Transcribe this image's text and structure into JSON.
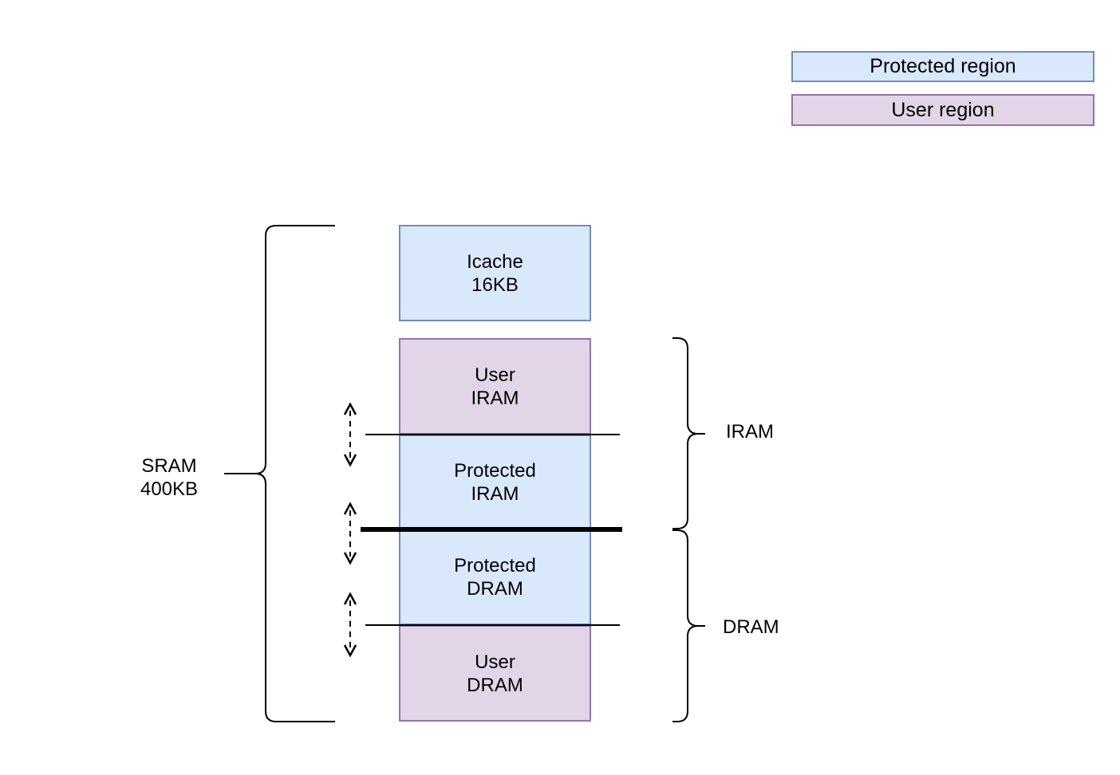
{
  "legend": {
    "items": [
      {
        "label": "Protected region",
        "type": "protected"
      },
      {
        "label": "User region",
        "type": "user"
      }
    ]
  },
  "memory_stack": {
    "boxes": [
      {
        "label": "Icache\n16KB",
        "type": "protected"
      },
      {
        "label": "User\nIRAM",
        "type": "user"
      },
      {
        "label": "Protected\nIRAM",
        "type": "protected"
      },
      {
        "label": "Protected\nDRAM",
        "type": "protected"
      },
      {
        "label": "User\nDRAM",
        "type": "user"
      }
    ]
  },
  "labels": {
    "sram": "SRAM\n400KB",
    "iram": "IRAM",
    "dram": "DRAM"
  },
  "colors": {
    "protected_fill": "#dae8fc",
    "protected_border": "#6c8ebf",
    "user_fill": "#e1d5e7",
    "user_border": "#9673a6",
    "line": "#000000"
  }
}
